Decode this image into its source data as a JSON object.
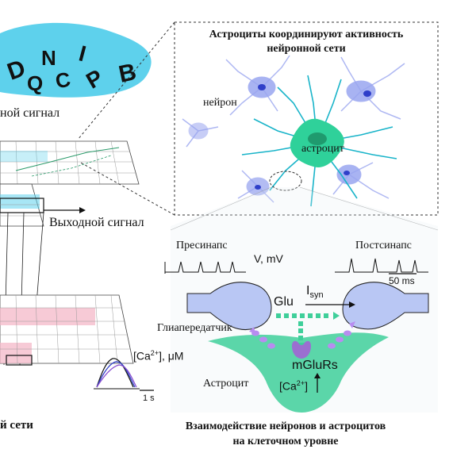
{
  "input_panel": {
    "letters": [
      "D",
      "N",
      "I",
      "Q",
      "C",
      "P",
      "B"
    ],
    "input_signal_label": "ной сигнал",
    "output_signal_label": "Выходной сигнал",
    "bottom_caption": "й сети"
  },
  "network_panel": {
    "title_line1": "Астроциты координируют активность",
    "title_line2": "нейронной сети",
    "neuron_label": "нейрон",
    "astrocyte_label": "астроцит"
  },
  "synapse_panel": {
    "presynapse_label": "Пресинапс",
    "postsynapse_label": "Постсинапс",
    "voltage_unit": "V, mV",
    "time_scale": "50 ms",
    "glu_label": "Glu",
    "isyn_main": "I",
    "isyn_sub": "syn",
    "gliotransmitter_label": "Глиапередатчик",
    "calcium_conc_main": "[Ca",
    "calcium_conc_sup": "2+",
    "calcium_conc_tail": "], μM",
    "calcium_time_scale": "1 s",
    "mglurs_label": "mGluRs",
    "astrocyte_label": "Астроцит",
    "astro_ca_main": "[Ca",
    "astro_ca_sup": "2+",
    "astro_ca_tail": "]",
    "caption_line1": "Взаимодействие нейронов и астроцитов",
    "caption_line2": "на клеточном уровне"
  },
  "colors": {
    "neuron_blue": "#9aa6f0",
    "neuron_nucleus": "#2f3fc9",
    "astrocyte_green": "#2fd19a",
    "astro_teal": "#19b4c9",
    "synapse_blue": "#b9c7f4",
    "astrocyte_body": "#3fcf9a",
    "gliotransmitter": "#b88cf0",
    "cloud_cyan": "#5ed1ec",
    "pink_plane": "#f4b8c8"
  }
}
